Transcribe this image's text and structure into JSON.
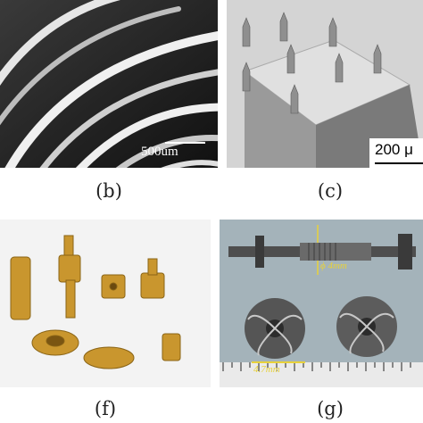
{
  "panels": {
    "b": {
      "caption": "(b)",
      "scale_label": "500um"
    },
    "c": {
      "caption": "(c)",
      "scale_label": "200 μ"
    },
    "f": {
      "caption": "(f)"
    },
    "g": {
      "caption": "(g)",
      "dim_label": "ϕ 4mm",
      "ruler_label": "4.7mm"
    }
  },
  "colors": {
    "sem_dark": "#1c1c1c",
    "sem_light": "#d9d9d9",
    "brass": "#c9962e",
    "metal": "#6d6d6d",
    "annotation": "#e8d23a"
  }
}
